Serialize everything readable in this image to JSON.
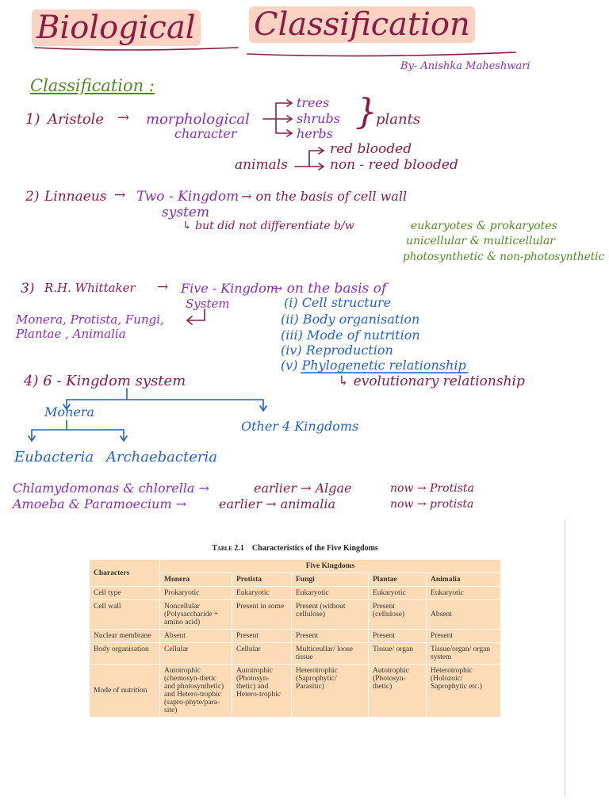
{
  "title": {
    "part1": "Biological",
    "part2": "Classification"
  },
  "author": "By- Anishka Maheshwari",
  "section_heading": "Classification :",
  "aristotle": {
    "num": "1)",
    "name": "Aristole",
    "arrow": "→",
    "basis_line1": "morphological",
    "basis_line2": "character",
    "plant_types": [
      "trees",
      "shrubs",
      "herbs"
    ],
    "plants": "plants",
    "animals": "animals",
    "animal_types": [
      "red blooded",
      "non - reed blooded"
    ]
  },
  "linnaeus": {
    "num": "2)",
    "name": "Linnaeus",
    "arrow": "→",
    "system_line1": "Two - Kingdom",
    "system_line2": "system",
    "basis": "→ on the basis of cell wall",
    "note": "↳ but did not differentiate b/w",
    "differences": [
      "eukaryotes & prokaryotes",
      "unicellular & multicellular",
      "photosynthetic & non-photosynthetic"
    ]
  },
  "whittaker": {
    "num": "3)",
    "name": "R.H. Whittaker",
    "arrow": "→",
    "system_line1": "Five - Kingdom",
    "system_line2": "System",
    "basis": "→ on the basis of",
    "criteria": [
      "(i) Cell structure",
      "(ii) Body organisation",
      "(iii) Mode of nutrition",
      "(iv) Reproduction",
      "(v) Phylogenetic relationship"
    ],
    "kingdoms_line1": "Monera, Protista, Fungi,",
    "kingdoms_line2": "Plantae , Animalia",
    "phylo_note": "↳ evolutionary relationship"
  },
  "six_kingdom": {
    "label": "4) 6 - Kingdom system",
    "monera": "Monera",
    "other": "Other 4 Kingdoms",
    "eubacteria": "Eubacteria",
    "archaebacteria": "Archaebacteria"
  },
  "examples": [
    {
      "organisms": "Chlamydomonas & chlorella →",
      "earlier": "earlier → Algae",
      "now": "now → Protista"
    },
    {
      "organisms": "Amoeba & Paramoecium →",
      "earlier": "earlier → animalia",
      "now": "now → protista"
    }
  ],
  "table": {
    "label": "Table 2.1",
    "caption": "Characteristics of the Five Kingdoms",
    "characters_header": "Characters",
    "group_header": "Five Kingdoms",
    "kingdoms": [
      "Monera",
      "Protista",
      "Fungi",
      "Plantae",
      "Animalia"
    ],
    "rows": [
      {
        "character": "Cell type",
        "values": [
          "Prokaryotic",
          "Eukaryotic",
          "Eukaryotic",
          "Eukaryotic",
          "Eukaryotic"
        ]
      },
      {
        "character": "Cell wall",
        "values": [
          "Noncellular (Polysaccharide + amino acid)",
          "Present in some",
          "Present (without cellulose)",
          "Present (cellulose)",
          "Absent"
        ]
      },
      {
        "character": "Nuclear membrane",
        "values": [
          "Absent",
          "Present",
          "Present",
          "Present",
          "Present"
        ]
      },
      {
        "character": "Body organisation",
        "values": [
          "Cellular",
          "Cellular",
          "Multiceullar/ loose tissue",
          "Tissue/ organ",
          "Tissue/organ/ organ system"
        ]
      },
      {
        "character": "Mode of nutrition",
        "values": [
          "Autotrophic (chemosyn-thetic and photosynthetic) and Hetero-trophic (sapro-phyte/para-site)",
          "Autotrophic (Photosyn-thetic) and Hetero-trophic",
          "Heterotrophic (Saprophytic/ Parasitic)",
          "Autotrophic (Photosyn-thetic)",
          "Heterotrophic (Holozoic/ Saprophytic etc.)"
        ]
      }
    ]
  }
}
